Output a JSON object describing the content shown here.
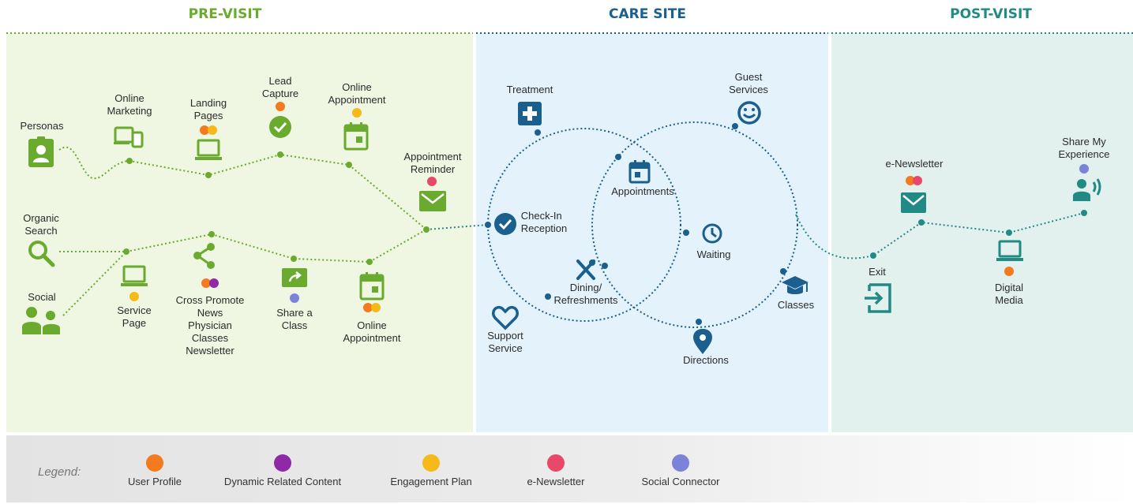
{
  "sections": {
    "pre_visit": "PRE-VISIT",
    "care_site": "CARE SITE",
    "post_visit": "POST-VISIT"
  },
  "colors": {
    "pre": "#6aaa2e",
    "care": "#1a5f8e",
    "post": "#228a85",
    "pre_bg": "#eff6e2",
    "care_bg": "#e3f2fb",
    "post_bg": "#e2f0ee"
  },
  "pre_visit": {
    "personas": "Personas",
    "online_marketing": "Online\nMarketing",
    "landing_pages": "Landing\nPages",
    "lead_capture": "Lead\nCapture",
    "online_appointment_top": "Online\nAppointment",
    "appointment_reminder": "Appointment\nReminder",
    "organic_search": "Organic\nSearch",
    "social": "Social",
    "service_page": "Service\nPage",
    "cross_promote": "Cross Promote\nNews\nPhysician\nClasses\nNewsletter",
    "share_a_class": "Share a\nClass",
    "online_appointment_bottom": "Online\nAppointment"
  },
  "care_site": {
    "treatment": "Treatment",
    "guest_services": "Guest\nServices",
    "appointments": "Appointments",
    "check_in": "Check-In\nReception",
    "waiting": "Waiting",
    "dining": "Dining/\nRefreshments",
    "support_service": "Support\nService",
    "classes": "Classes",
    "directions": "Directions"
  },
  "post_visit": {
    "e_newsletter": "e-Newsletter",
    "share_experience": "Share My\nExperience",
    "exit": "Exit",
    "digital_media": "Digital\nMedia"
  },
  "legend": {
    "title": "Legend:",
    "items": [
      {
        "label": "User Profile",
        "color": "#f47a20"
      },
      {
        "label": "Dynamic Related Content",
        "color": "#8e2aa8"
      },
      {
        "label": "Engagement Plan",
        "color": "#f6b91a"
      },
      {
        "label": "e-Newsletter",
        "color": "#e8496a"
      },
      {
        "label": "Social Connector",
        "color": "#7a83d8"
      }
    ]
  }
}
